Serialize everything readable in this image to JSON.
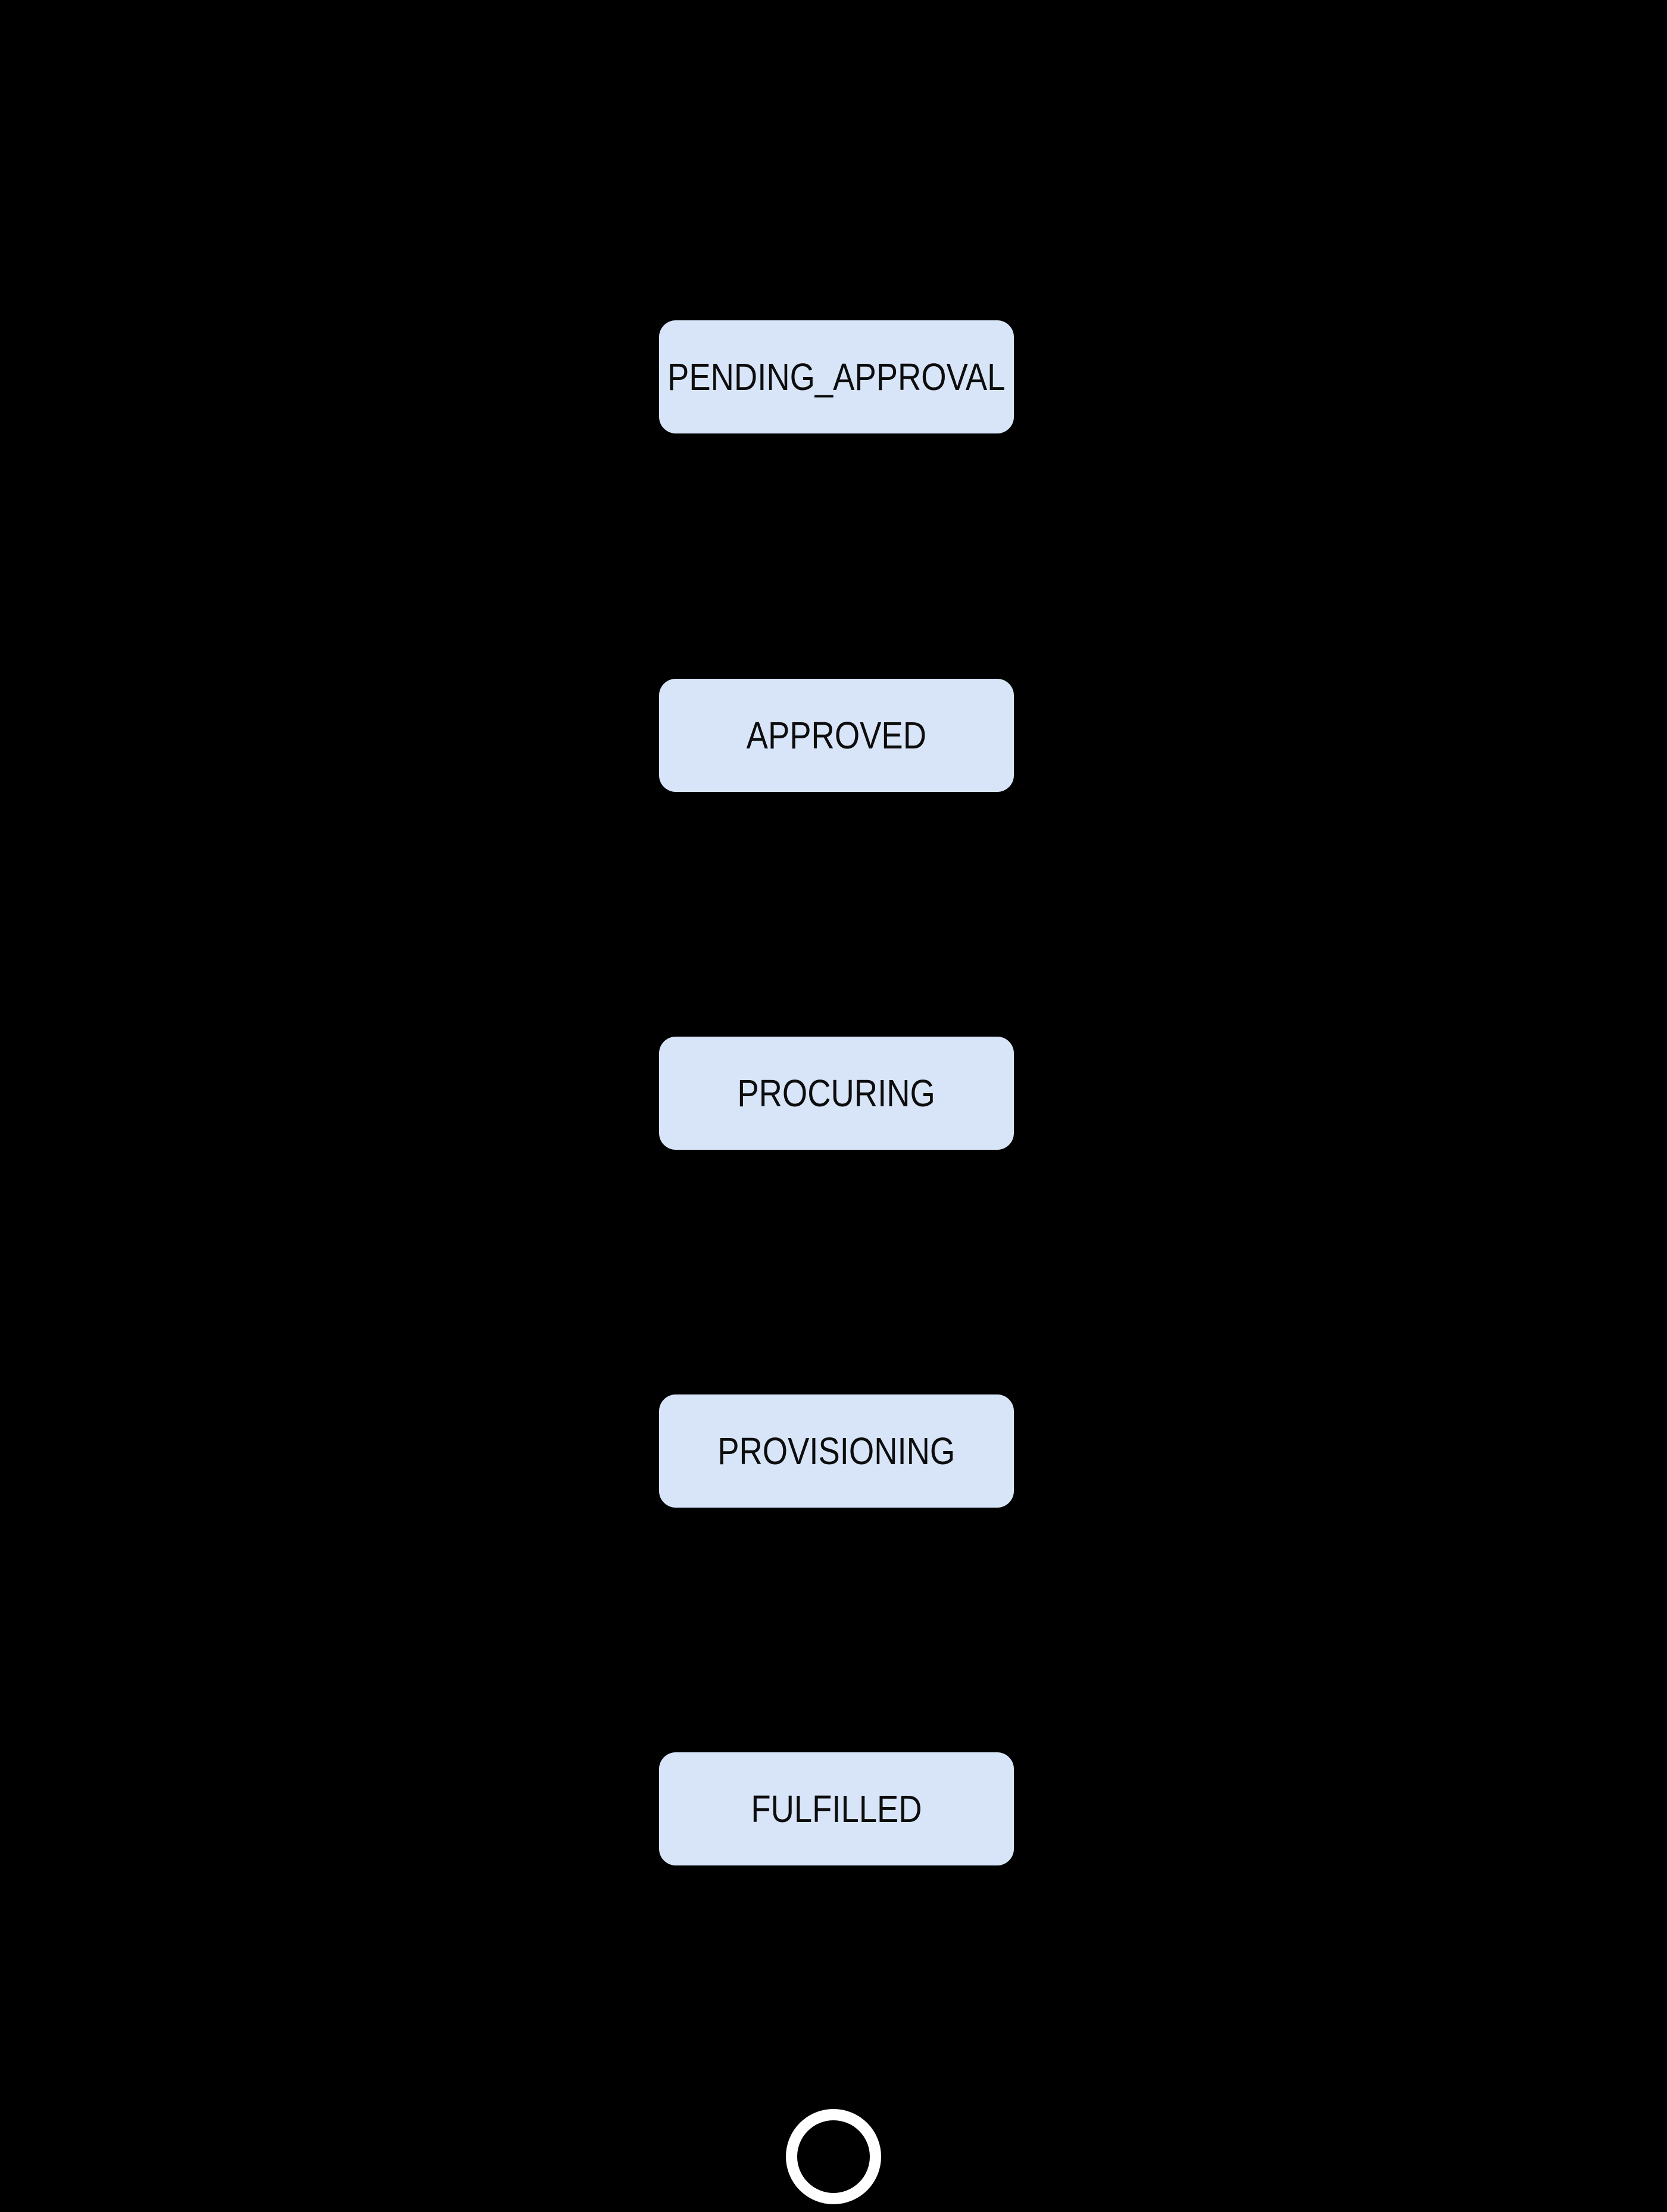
{
  "diagram": {
    "type": "state-flow",
    "background_color": "#000000",
    "node_fill_color": "#d8e5f8",
    "node_text_color": "#0d0d0d",
    "final_marker_color": "#ffffff",
    "nodes": [
      {
        "label": "PENDING_APPROVAL"
      },
      {
        "label": "APPROVED"
      },
      {
        "label": "PROCURING"
      },
      {
        "label": "PROVISIONING"
      },
      {
        "label": "FULFILLED"
      }
    ],
    "end_state": {
      "shape": "ring"
    }
  }
}
